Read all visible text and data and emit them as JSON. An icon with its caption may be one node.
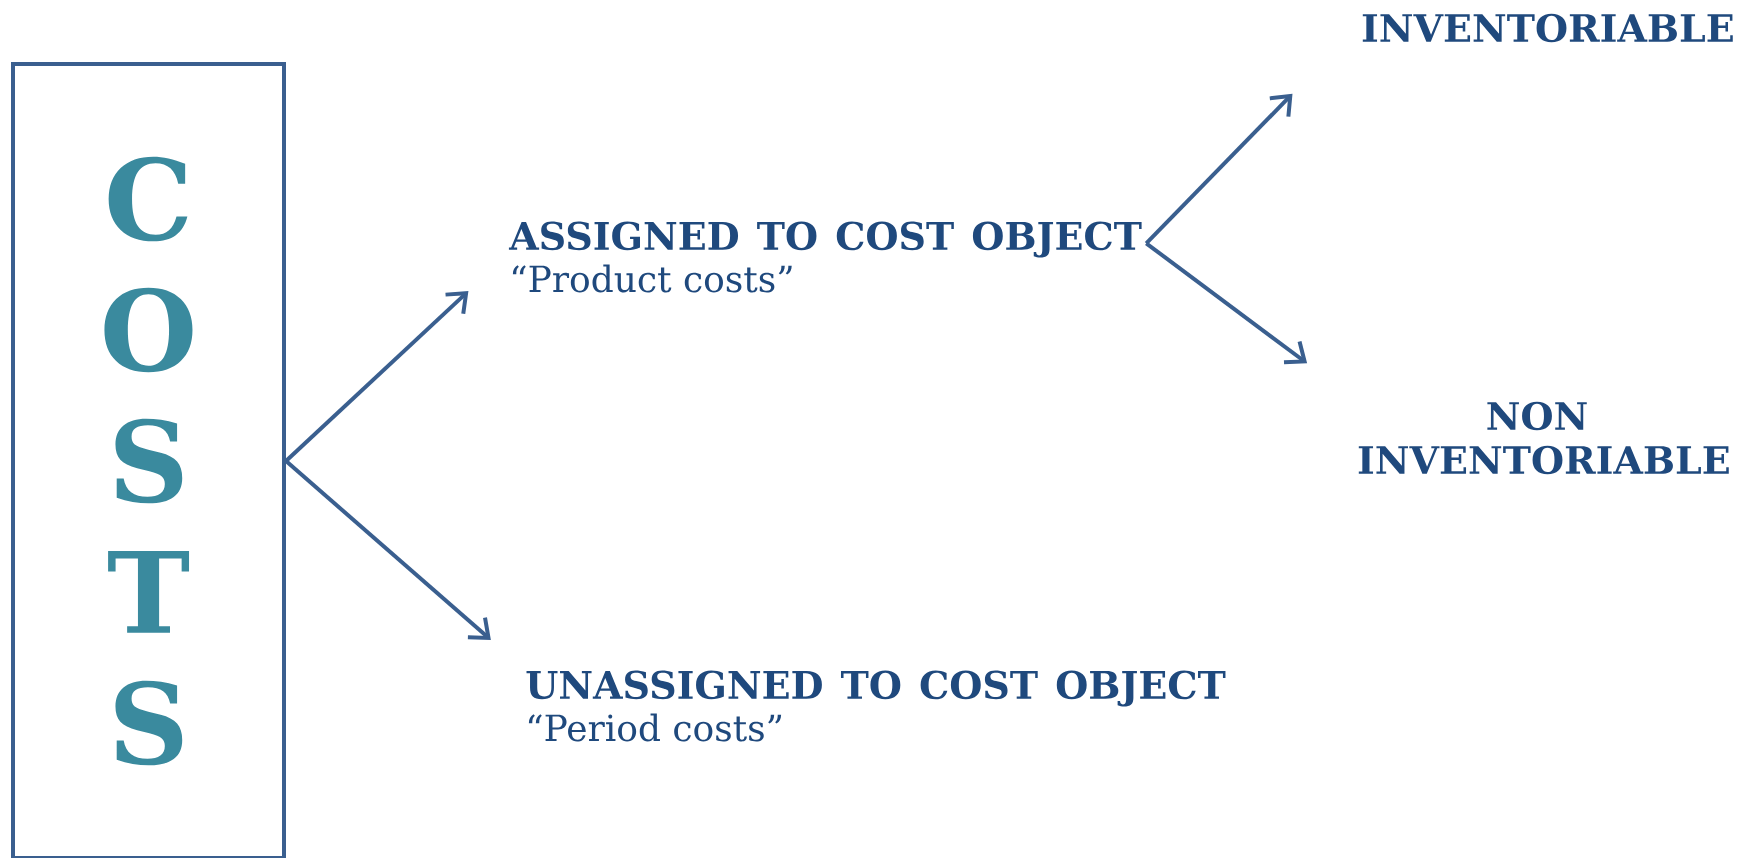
{
  "diagram": {
    "nodes": [
      {
        "text": [
          "COSTS"
        ]
      },
      {
        "text": [
          "ASSIGNED TO COST OBJECT",
          "“Product costs”"
        ]
      },
      {
        "text": [
          "UNASSIGNED TO COST OBJECT",
          "“Period costs”"
        ]
      },
      {
        "text": [
          "INVENTORIABLE"
        ]
      },
      {
        "text": [
          "NON INVENTORIABLE"
        ]
      }
    ],
    "edges": [
      {
        "from": 0,
        "to": 1,
        "arrow": "to"
      },
      {
        "from": 0,
        "to": 2,
        "arrow": "to"
      },
      {
        "from": 1,
        "to": 3,
        "arrow": "to"
      },
      {
        "from": 1,
        "to": 4,
        "arrow": "to"
      }
    ]
  }
}
